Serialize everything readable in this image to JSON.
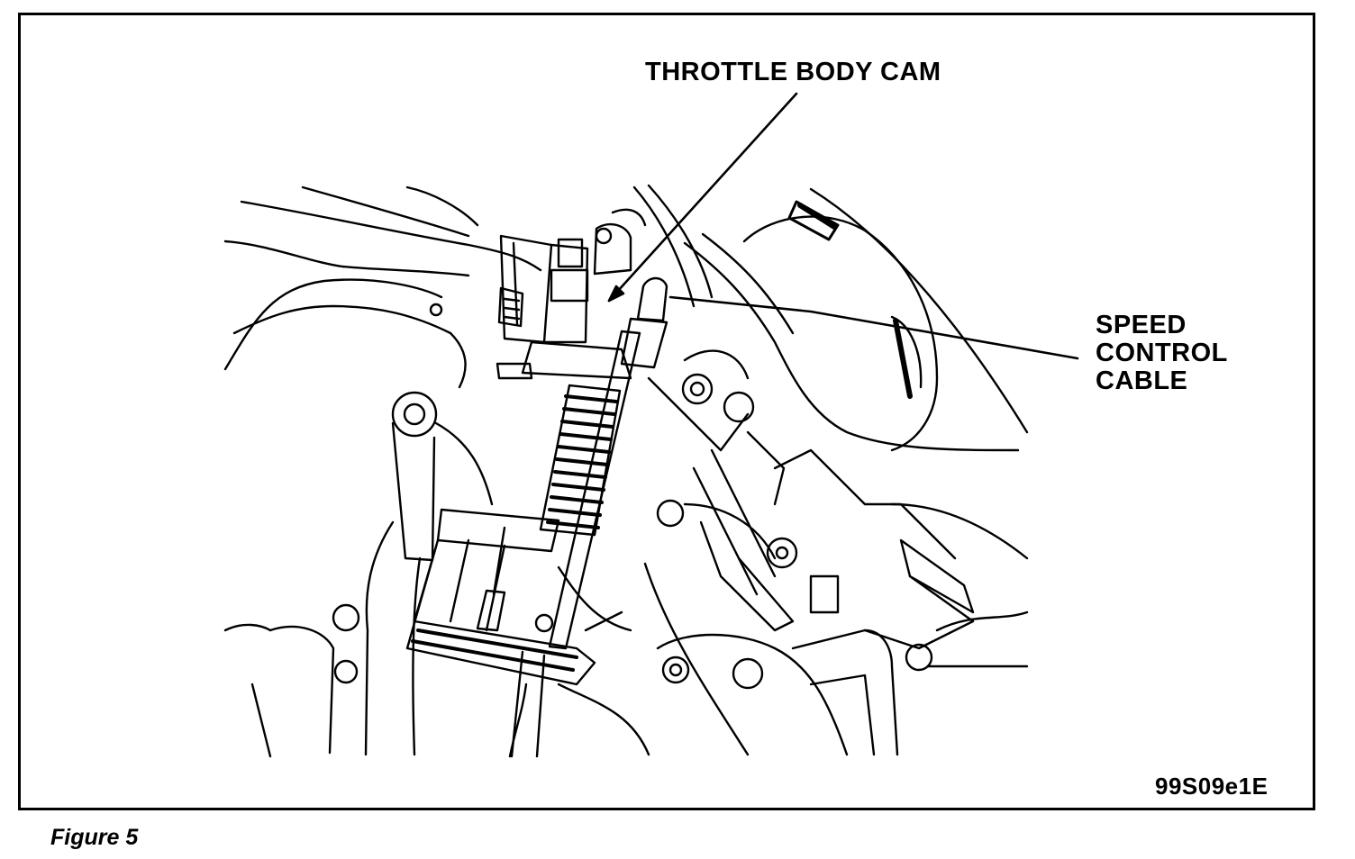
{
  "callouts": {
    "throttle_body_cam": "THROTTLE BODY CAM",
    "speed_control_cable": [
      "SPEED",
      "CONTROL",
      "CABLE"
    ]
  },
  "figure_code": "99S09e1E",
  "caption": "Figure 5"
}
